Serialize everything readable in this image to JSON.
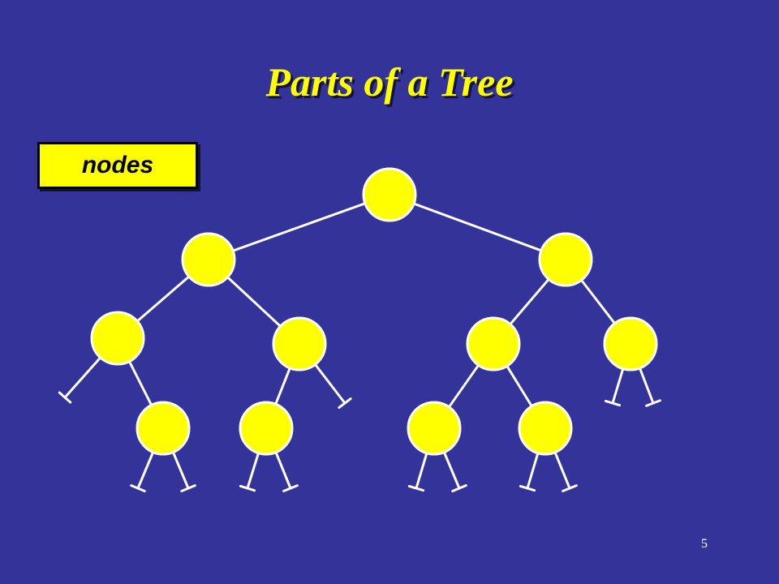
{
  "slide": {
    "title": "Parts of a Tree",
    "highlight_label": "nodes",
    "page_number": "5"
  },
  "colors": {
    "background": "#333399",
    "node_fill": "#ffff00",
    "edge": "#ffffff",
    "title": "#ffff00",
    "label_box": "#ffff00"
  },
  "tree": {
    "nodes": [
      {
        "id": "n1"
      },
      {
        "id": "n2"
      },
      {
        "id": "n3"
      },
      {
        "id": "n4"
      },
      {
        "id": "n5"
      },
      {
        "id": "n6"
      },
      {
        "id": "n7"
      },
      {
        "id": "n8"
      },
      {
        "id": "n9"
      },
      {
        "id": "n10"
      },
      {
        "id": "n11"
      }
    ],
    "edges": [
      [
        "n1",
        "n2"
      ],
      [
        "n1",
        "n3"
      ],
      [
        "n2",
        "n4"
      ],
      [
        "n2",
        "n5"
      ],
      [
        "n3",
        "n6"
      ],
      [
        "n3",
        "n7"
      ],
      [
        "n4",
        "n8"
      ],
      [
        "n5",
        "n9"
      ],
      [
        "n6",
        "n10"
      ],
      [
        "n6",
        "n11"
      ]
    ]
  }
}
